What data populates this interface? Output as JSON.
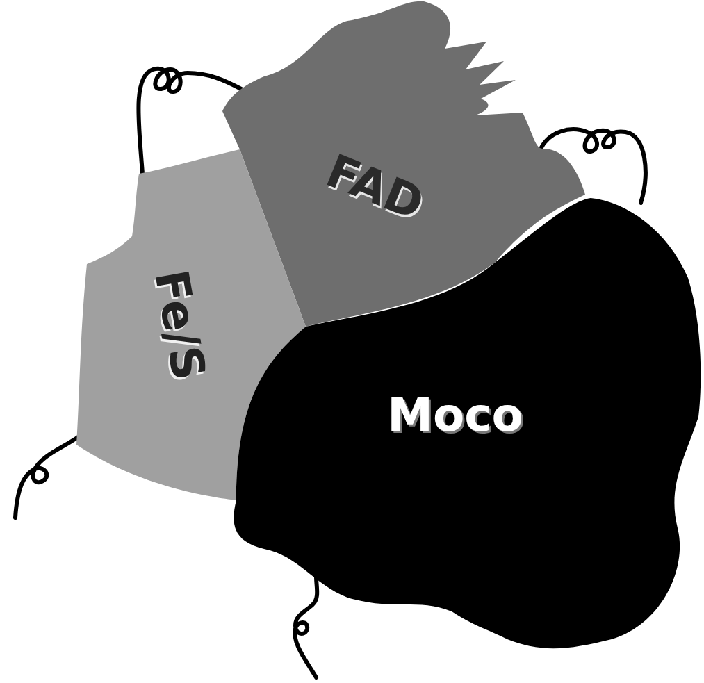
{
  "diagram": {
    "nodes": [
      {
        "text": [
          "FAD"
        ]
      },
      {
        "text": [
          "Fe/S"
        ]
      },
      {
        "text": [
          "Moco"
        ]
      }
    ],
    "edges": [
      {
        "from": 1,
        "to": 0,
        "arrow": "none"
      },
      {
        "from": 0,
        "to": 2,
        "arrow": "none"
      }
    ]
  }
}
